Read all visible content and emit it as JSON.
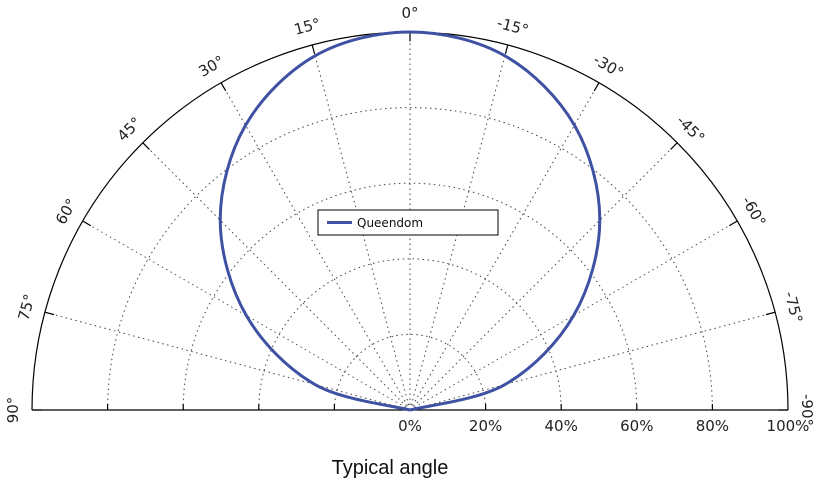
{
  "chart_data": {
    "type": "line",
    "subtype": "polar-half",
    "title": "",
    "xlabel": "Typical angle",
    "ylabel": "",
    "angle_ticks": [
      90,
      75,
      60,
      45,
      30,
      15,
      0,
      -15,
      -30,
      -45,
      -60,
      -75,
      -90
    ],
    "angle_tick_labels": [
      "90°",
      "75°",
      "60°",
      "45°",
      "30°",
      "15°",
      "0°",
      "-15°",
      "-30°",
      "-45°",
      "-60°",
      "-75°",
      "-90°"
    ],
    "radial_ticks": [
      0,
      20,
      40,
      60,
      80,
      100
    ],
    "radial_tick_labels": [
      "0%",
      "20%",
      "40%",
      "60%",
      "80%",
      "100%"
    ],
    "rlim": [
      0,
      100
    ],
    "grid": true,
    "legend_placement": "center",
    "series": [
      {
        "name": "Queendom",
        "color": "#3f51a3",
        "angles": [
          -90,
          -75,
          -60,
          -45,
          -30,
          -15,
          0,
          15,
          30,
          45,
          60,
          75,
          90
        ],
        "values": [
          0,
          26,
          50,
          71,
          87,
          97,
          100,
          97,
          87,
          71,
          50,
          26,
          0
        ]
      }
    ]
  }
}
